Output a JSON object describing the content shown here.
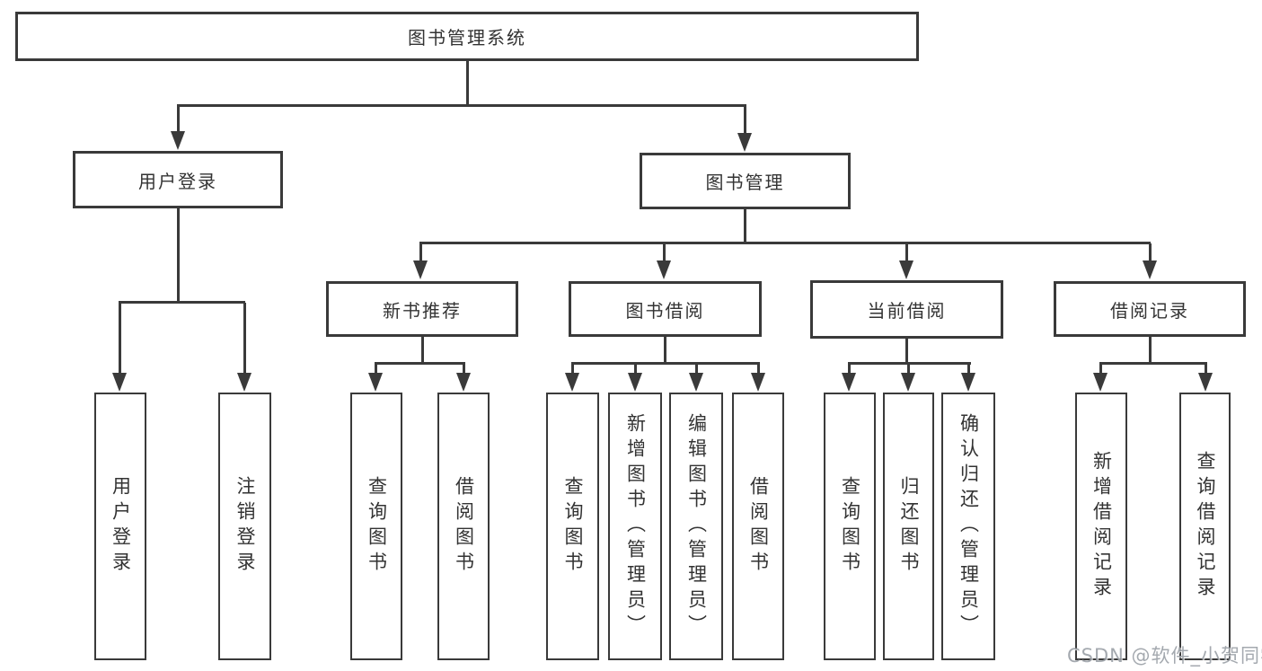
{
  "diagram": {
    "title": "图书管理系统",
    "watermark": "CSDN @软件_小贺同学",
    "colors": {
      "line": "#3a3a3a",
      "box_border": "#3a3a3a",
      "box_fill": "#ffffff",
      "text": "#333333",
      "watermark_text": "#949aa1"
    },
    "nodes": {
      "root": {
        "label": "图书管理系统"
      },
      "user_login": {
        "label": "用户登录"
      },
      "book_mgmt": {
        "label": "图书管理"
      },
      "new_book_rec": {
        "label": "新书推荐"
      },
      "book_borrow": {
        "label": "图书借阅"
      },
      "current_borrow": {
        "label": "当前借阅"
      },
      "borrow_records": {
        "label": "借阅记录"
      },
      "leaf_user_login": {
        "label": "用户登录"
      },
      "leaf_logout": {
        "label": "注销登录"
      },
      "leaf_nb_query": {
        "label": "查询图书"
      },
      "leaf_nb_borrow": {
        "label": "借阅图书"
      },
      "leaf_bb_query": {
        "label": "查询图书"
      },
      "leaf_bb_add": {
        "label": "新增图书（管理员）"
      },
      "leaf_bb_edit": {
        "label": "编辑图书（管理员）"
      },
      "leaf_bb_borrow": {
        "label": "借阅图书"
      },
      "leaf_cb_query": {
        "label": "查询图书"
      },
      "leaf_cb_return": {
        "label": "归还图书"
      },
      "leaf_cb_confirm": {
        "label": "确认归还（管理员）"
      },
      "leaf_br_add": {
        "label": "新增借阅记录"
      },
      "leaf_br_query": {
        "label": "查询借阅记录"
      }
    }
  }
}
